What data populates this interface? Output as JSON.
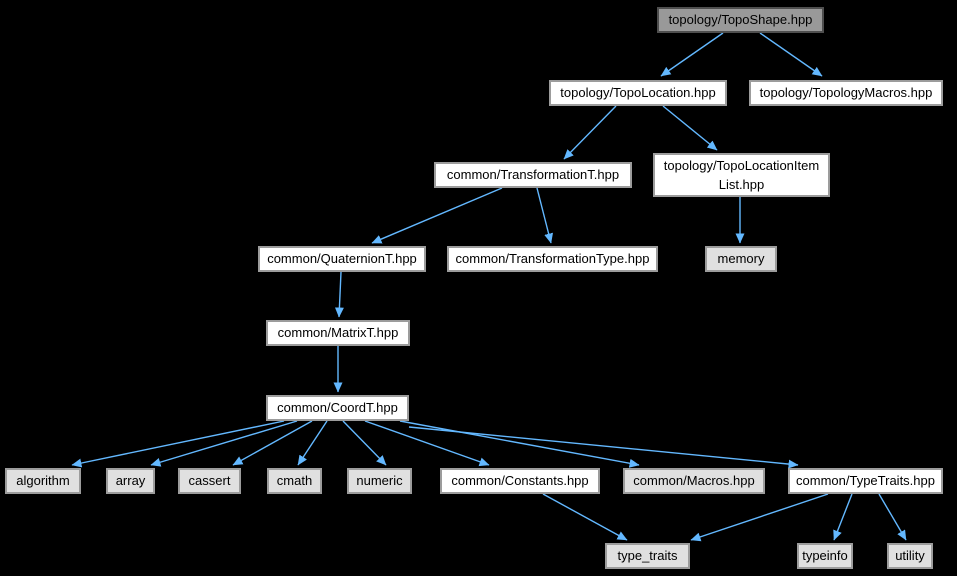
{
  "diagram": {
    "type": "include-dependency-graph",
    "background": "#000000"
  },
  "colors": {
    "edge": "#63b8ff",
    "node_fill": "#ffffff",
    "root_fill": "#999999",
    "system_fill": "#e0e0e0",
    "node_border": "#9c9c9c",
    "root_border": "#4f4f4f",
    "text": "#000000"
  },
  "nodes": [
    {
      "id": "topology-toposhape-hpp",
      "label": "topology/TopoShape.hpp",
      "kind": "root"
    },
    {
      "id": "topology-topolocation-hpp",
      "label": "topology/TopoLocation.hpp",
      "kind": "file"
    },
    {
      "id": "topology-topologymacros-hpp",
      "label": "topology/TopologyMacros.hpp",
      "kind": "file"
    },
    {
      "id": "common-transformationt-hpp",
      "label": "common/TransformationT.hpp",
      "kind": "file"
    },
    {
      "id": "topology-topolocationitemlist-hpp",
      "label": "topology/TopoLocationItem\nList.hpp",
      "kind": "file"
    },
    {
      "id": "common-quaterniont-hpp",
      "label": "common/QuaternionT.hpp",
      "kind": "file"
    },
    {
      "id": "common-transformationtype-hpp",
      "label": "common/TransformationType.hpp",
      "kind": "file"
    },
    {
      "id": "memory",
      "label": "memory",
      "kind": "system"
    },
    {
      "id": "common-matrixt-hpp",
      "label": "common/MatrixT.hpp",
      "kind": "file"
    },
    {
      "id": "common-coordt-hpp",
      "label": "common/CoordT.hpp",
      "kind": "file"
    },
    {
      "id": "algorithm",
      "label": "algorithm",
      "kind": "system"
    },
    {
      "id": "array",
      "label": "array",
      "kind": "system"
    },
    {
      "id": "cassert",
      "label": "cassert",
      "kind": "system"
    },
    {
      "id": "cmath",
      "label": "cmath",
      "kind": "system"
    },
    {
      "id": "numeric",
      "label": "numeric",
      "kind": "system"
    },
    {
      "id": "common-constants-hpp",
      "label": "common/Constants.hpp",
      "kind": "file"
    },
    {
      "id": "common-macros-hpp",
      "label": "common/Macros.hpp",
      "kind": "system"
    },
    {
      "id": "common-typetraits-hpp",
      "label": "common/TypeTraits.hpp",
      "kind": "file"
    },
    {
      "id": "type_traits",
      "label": "type_traits",
      "kind": "system"
    },
    {
      "id": "typeinfo",
      "label": "typeinfo",
      "kind": "system"
    },
    {
      "id": "utility",
      "label": "utility",
      "kind": "system"
    }
  ],
  "edges": [
    {
      "from": "topology-toposhape-hpp",
      "to": "topology-topolocation-hpp"
    },
    {
      "from": "topology-toposhape-hpp",
      "to": "topology-topologymacros-hpp"
    },
    {
      "from": "topology-topolocation-hpp",
      "to": "common-transformationt-hpp"
    },
    {
      "from": "topology-topolocation-hpp",
      "to": "topology-topolocationitemlist-hpp"
    },
    {
      "from": "common-transformationt-hpp",
      "to": "common-quaterniont-hpp"
    },
    {
      "from": "common-transformationt-hpp",
      "to": "common-transformationtype-hpp"
    },
    {
      "from": "topology-topolocationitemlist-hpp",
      "to": "memory"
    },
    {
      "from": "common-quaterniont-hpp",
      "to": "common-matrixt-hpp"
    },
    {
      "from": "common-matrixt-hpp",
      "to": "common-coordt-hpp"
    },
    {
      "from": "common-coordt-hpp",
      "to": "algorithm"
    },
    {
      "from": "common-coordt-hpp",
      "to": "array"
    },
    {
      "from": "common-coordt-hpp",
      "to": "cassert"
    },
    {
      "from": "common-coordt-hpp",
      "to": "cmath"
    },
    {
      "from": "common-coordt-hpp",
      "to": "numeric"
    },
    {
      "from": "common-coordt-hpp",
      "to": "common-constants-hpp"
    },
    {
      "from": "common-coordt-hpp",
      "to": "common-macros-hpp"
    },
    {
      "from": "common-coordt-hpp",
      "to": "common-typetraits-hpp"
    },
    {
      "from": "common-constants-hpp",
      "to": "type_traits"
    },
    {
      "from": "common-typetraits-hpp",
      "to": "type_traits"
    },
    {
      "from": "common-typetraits-hpp",
      "to": "typeinfo"
    },
    {
      "from": "common-typetraits-hpp",
      "to": "utility"
    }
  ]
}
